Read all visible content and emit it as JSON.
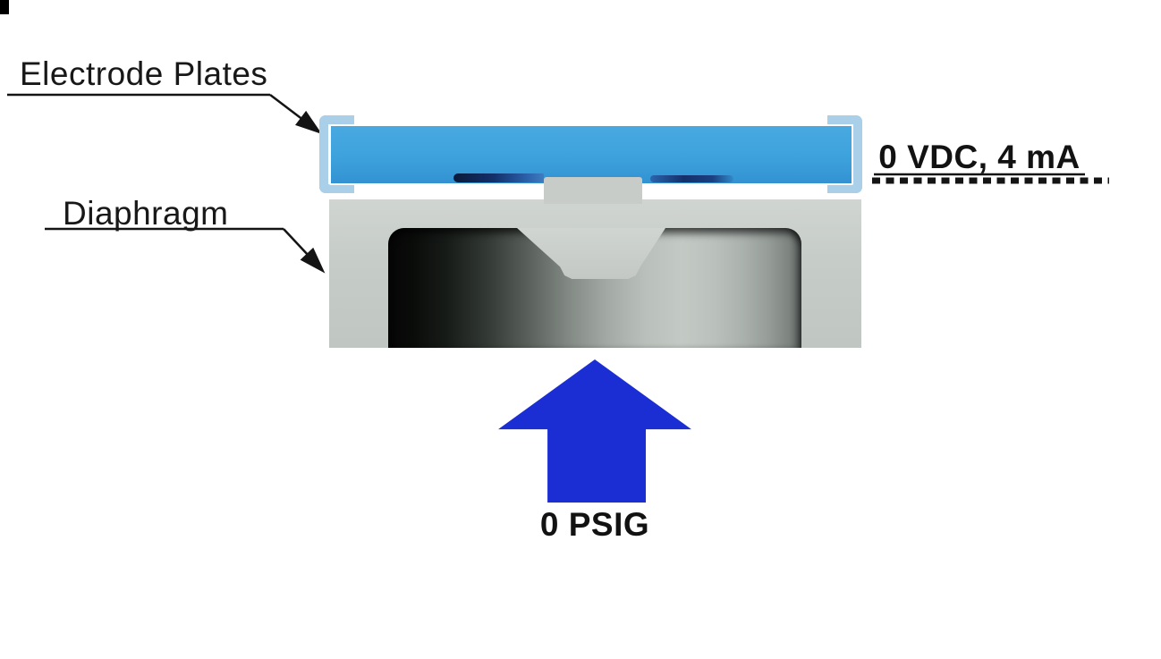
{
  "labels": {
    "electrode_plates": "Electrode Plates",
    "diaphragm": "Diaphragm"
  },
  "annotations": {
    "excitation": "0 VDC, 4 mA",
    "pressure": "0 PSIG"
  },
  "colors": {
    "electrode_plate_blue": "#3da2dc",
    "bracket_light_blue": "#a9cfe9",
    "electrode_streak_navy": "#14306b",
    "pressure_arrow_blue": "#1b2ed3",
    "diaphragm_gray": "#c7ccc8",
    "cavity_dark": "#0a0c0a",
    "annotation_black": "#141414"
  },
  "icons": {
    "leader_arrowhead": "filled-triangle-arrowhead",
    "pressure_arrow": "up-arrow"
  }
}
